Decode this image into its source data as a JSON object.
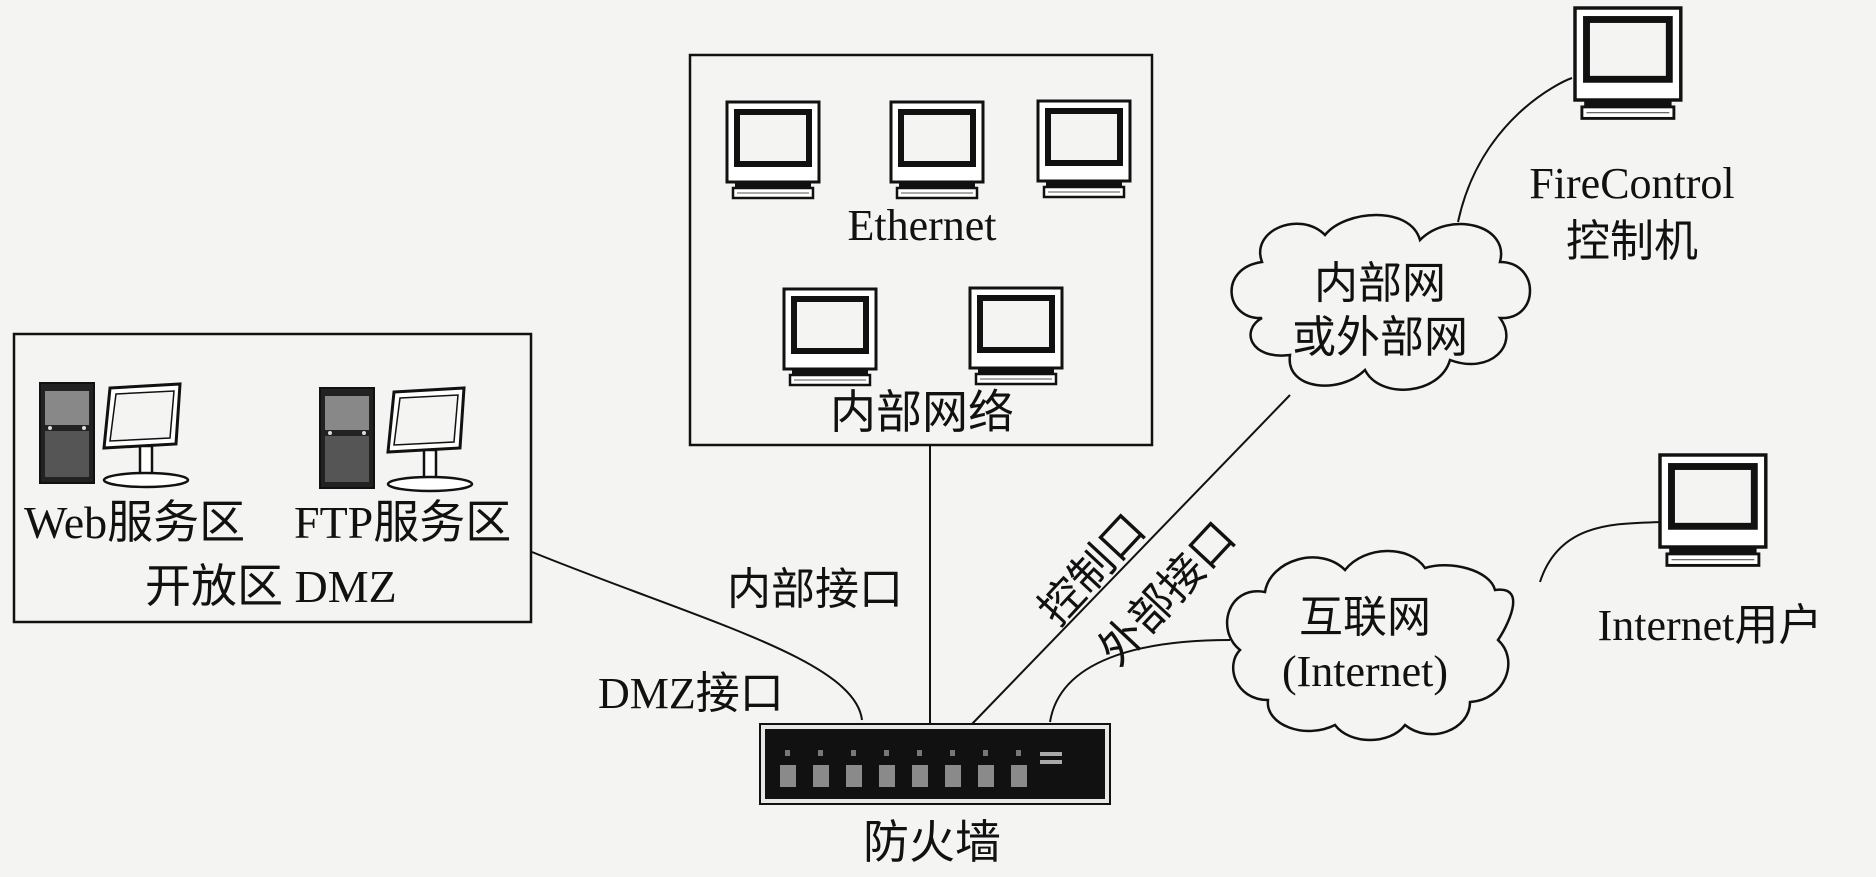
{
  "diagram": {
    "title": "Firewall network deployment",
    "zones": {
      "dmz": {
        "label_web": "Web服务区",
        "label_ftp": "FTP服务区",
        "label_zone": "开放区 DMZ"
      },
      "internal": {
        "label_ethernet": "Ethernet",
        "label_zone": "内部网络"
      }
    },
    "clouds": {
      "intranet": {
        "line1": "内部网",
        "line2": "或外部网"
      },
      "internet": {
        "line1": "互联网",
        "line2": "(Internet)"
      }
    },
    "hosts": {
      "firecontrol": {
        "line1": "FireControl",
        "line2": "控制机"
      },
      "internet_user": {
        "label": "Internet用户"
      }
    },
    "interfaces": {
      "dmz": "DMZ接口",
      "internal": "内部接口",
      "control": "控制口",
      "external": "外部接口"
    },
    "firewall": {
      "label": "防火墙"
    }
  }
}
